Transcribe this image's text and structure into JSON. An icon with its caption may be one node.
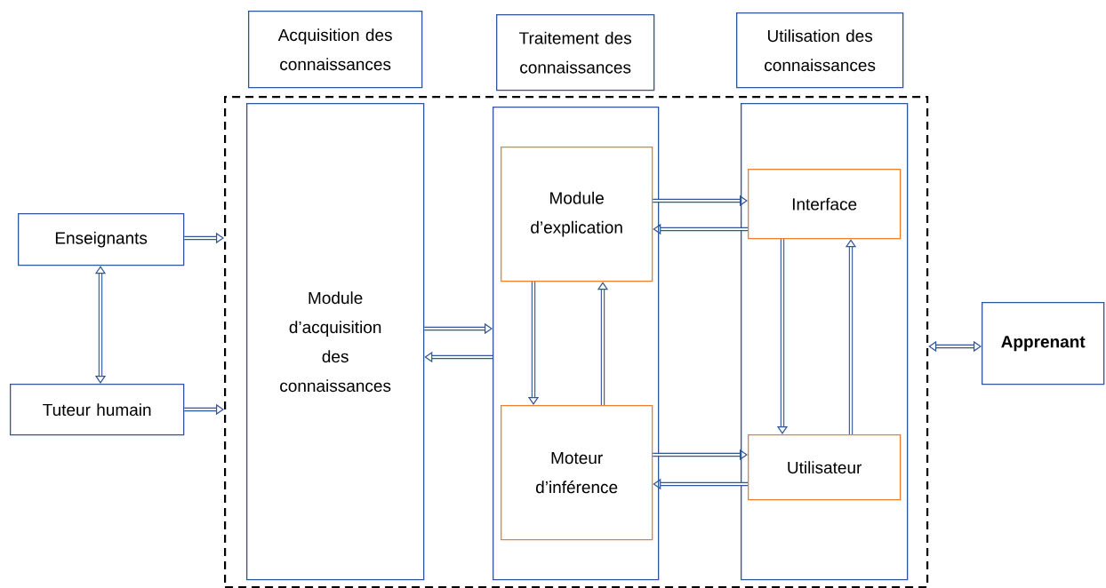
{
  "diagram": {
    "nodes": [
      {
        "text": [
          "Acquisition des connaissances"
        ]
      },
      {
        "text": [
          "Traitement des connaissances"
        ]
      },
      {
        "text": [
          "Utilisation des connaissances"
        ]
      },
      {
        "text": [],
        "shape": "box"
      },
      {
        "text": [
          "Module d’acquisition des connaissances"
        ],
        "in": 3
      },
      {
        "text": [],
        "shape": "box",
        "in": 3
      },
      {
        "text": [
          "Module d’explication"
        ],
        "in": 5
      },
      {
        "text": [
          "Moteur d’inférence"
        ],
        "in": 5
      },
      {
        "text": [],
        "shape": "box",
        "in": 3
      },
      {
        "text": [
          "Interface"
        ],
        "in": 8
      },
      {
        "text": [
          "Utilisateur"
        ],
        "in": 8
      },
      {
        "text": [
          "Enseignants"
        ]
      },
      {
        "text": [
          "Tuteur humain"
        ]
      },
      {
        "text": [
          "Apprenant"
        ]
      }
    ],
    "edges": [
      {
        "from": 11,
        "to": 3,
        "arrow": "to"
      },
      {
        "from": 12,
        "to": 3,
        "arrow": "to"
      },
      {
        "from": 11,
        "to": 12,
        "arrow": "both"
      },
      {
        "from": 4,
        "to": 5,
        "arrow": "to"
      },
      {
        "from": 5,
        "to": 4,
        "arrow": "to"
      },
      {
        "from": 6,
        "to": 7,
        "arrow": "to"
      },
      {
        "from": 7,
        "to": 6,
        "arrow": "to"
      },
      {
        "from": 6,
        "to": 9,
        "arrow": "to"
      },
      {
        "from": 9,
        "to": 6,
        "arrow": "to"
      },
      {
        "from": 7,
        "to": 10,
        "arrow": "to"
      },
      {
        "from": 10,
        "to": 7,
        "arrow": "to"
      },
      {
        "from": 9,
        "to": 10,
        "arrow": "to"
      },
      {
        "from": 10,
        "to": 9,
        "arrow": "to"
      },
      {
        "from": 3,
        "to": 13,
        "arrow": "both"
      }
    ]
  }
}
